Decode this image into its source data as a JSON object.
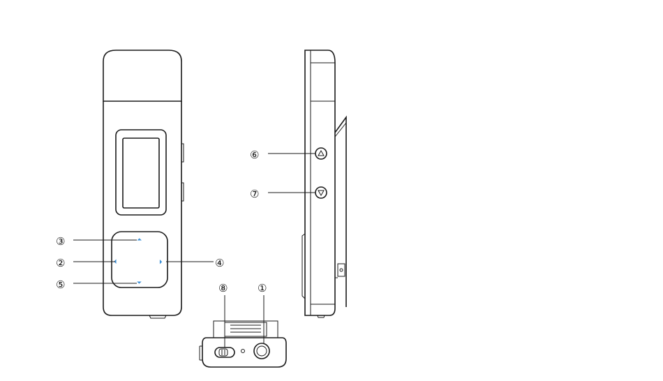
{
  "callouts": [
    {
      "id": "1",
      "label": "①"
    },
    {
      "id": "2",
      "label": "②"
    },
    {
      "id": "3",
      "label": "③"
    },
    {
      "id": "4",
      "label": "④"
    },
    {
      "id": "5",
      "label": "⑤"
    },
    {
      "id": "6",
      "label": "⑥"
    },
    {
      "id": "7",
      "label": "⑦"
    },
    {
      "id": "8",
      "label": "⑧"
    }
  ],
  "key_icons": {
    "up": "⏶",
    "down": "⏷",
    "left": "⏴",
    "right": "⏵"
  },
  "colors": {
    "outline": "#1a1a1a",
    "key_accent": "#3b8fd6"
  }
}
